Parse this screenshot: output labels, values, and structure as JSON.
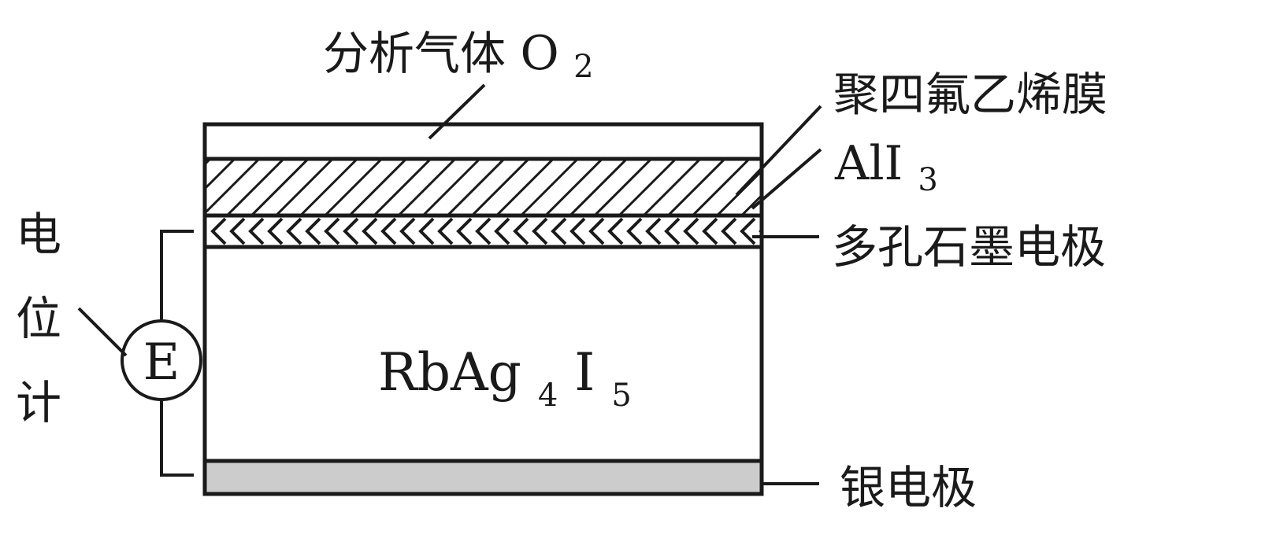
{
  "labels": {
    "analysis_gas": "分析气体",
    "analysis_gas_formula": "O",
    "analysis_gas_formula_sub": "2",
    "ptfe_membrane": "聚四氟乙烯膜",
    "ali3_main": "AlI",
    "ali3_sub": "3",
    "porous_graphite_electrode": "多孔石墨电极",
    "silver_electrode": "银电极",
    "potentiometer": [
      "电",
      "位",
      "计"
    ],
    "meter_symbol": "E",
    "electrolyte_parts": [
      "RbAg",
      "4",
      "I",
      "5"
    ]
  },
  "colors": {
    "line": "#1a1a1a",
    "silver_layer": "#cccccc",
    "background": "#ffffff"
  }
}
